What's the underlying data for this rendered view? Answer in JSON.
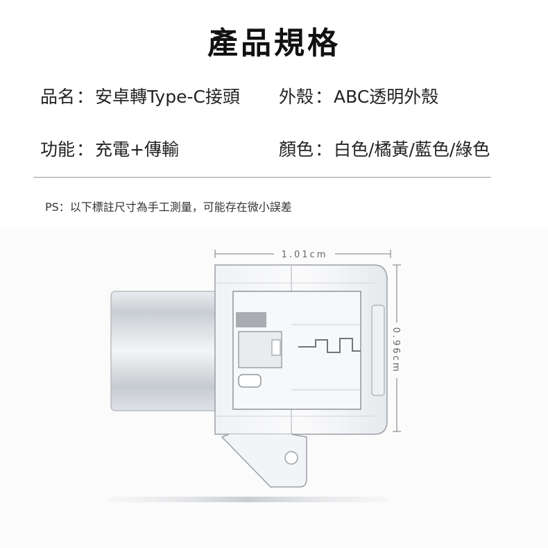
{
  "title": "產品規格",
  "specs": {
    "name": {
      "label": "品名",
      "value": "安卓轉Type-C接頭"
    },
    "shell": {
      "label": "外殼",
      "value": "ABC透明外殼"
    },
    "function": {
      "label": "功能",
      "value": "充電+傳輸"
    },
    "color": {
      "label": "顏色",
      "value": "白色/橘黃/藍色/綠色"
    },
    "separator": "："
  },
  "note": "PS：以下標註尺寸為手工測量，可能存在微小誤差",
  "dimensions": {
    "width": "1.01cm",
    "height": "0.96cm"
  }
}
